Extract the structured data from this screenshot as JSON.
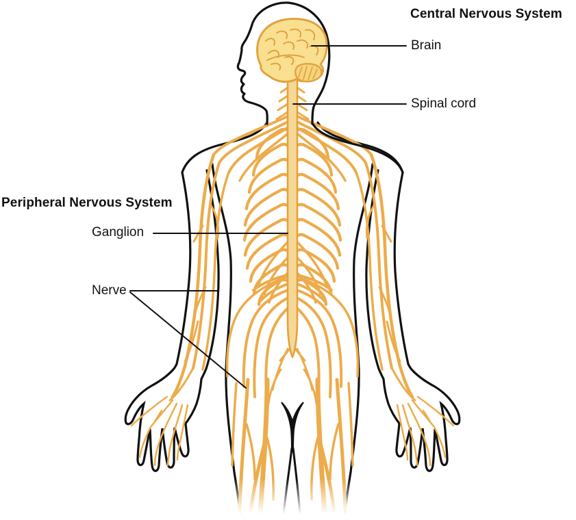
{
  "figure": {
    "type": "anatomical-diagram",
    "subject": "Human nervous system (anterior view): CNS and PNS structures",
    "colors": {
      "nerve": "#ECAC4B",
      "nerve_dark": "#E2A23E",
      "brain_fill": "#F9DF90",
      "cord_fill": "#F6D795",
      "outline": "#111111",
      "background": "#FFFFFF",
      "label_text": "#111111"
    },
    "sections": {
      "cns": {
        "heading": "Central Nervous System",
        "labels": {
          "brain": "Brain",
          "spinal_cord": "Spinal cord"
        }
      },
      "pns": {
        "heading": "Peripheral Nervous System",
        "labels": {
          "ganglion": "Ganglion",
          "nerve": "Nerve"
        }
      }
    }
  }
}
